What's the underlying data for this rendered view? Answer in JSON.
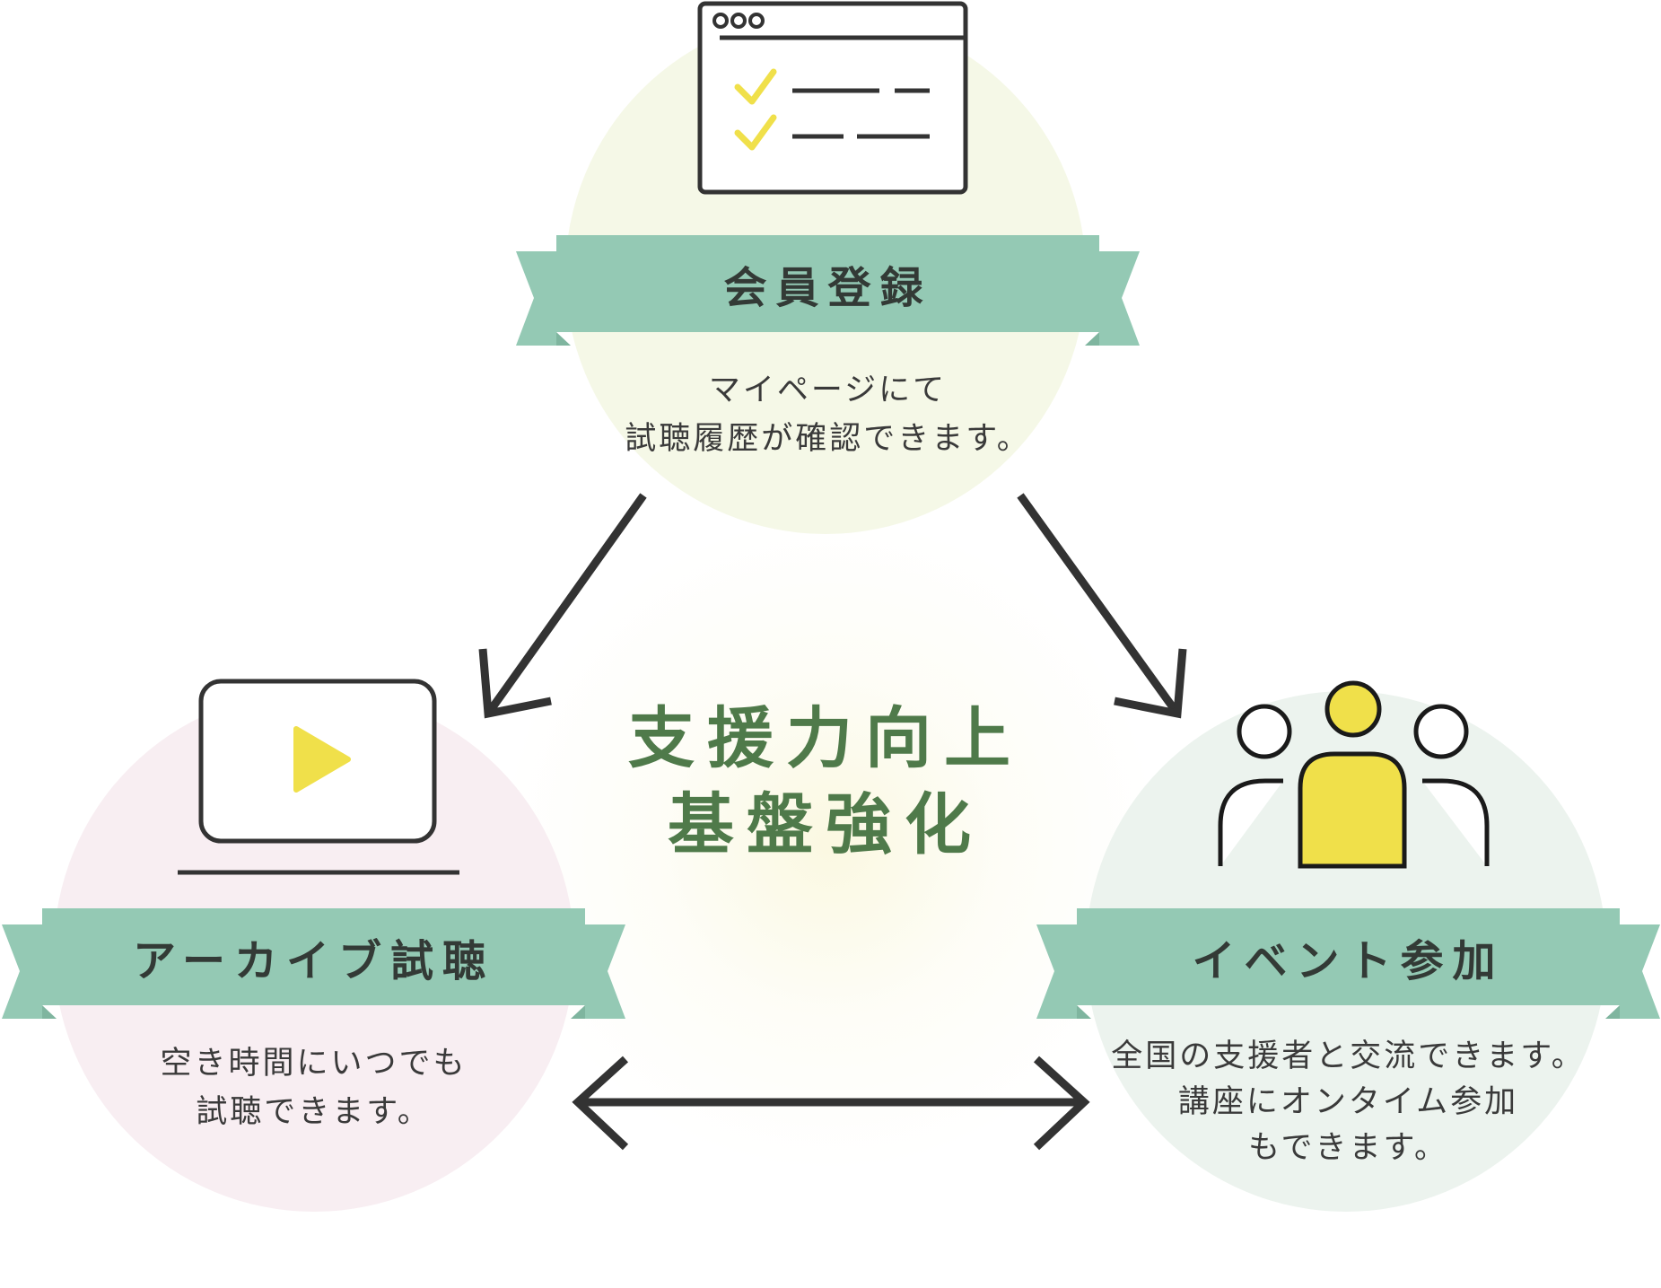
{
  "nodes": {
    "top": {
      "title": "会員登録",
      "desc": [
        "マイページにて",
        "試聴履歴が確認できます。"
      ]
    },
    "left": {
      "title": "アーカイブ試聴",
      "desc": [
        "空き時間にいつでも",
        "試聴できます。"
      ]
    },
    "right": {
      "title": "イベント参加",
      "desc": [
        "全国の支援者と交流できます。",
        "講座にオンタイム参加",
        "もできます。"
      ]
    }
  },
  "center": {
    "line1": "支援力向上",
    "line2": "基盤強化"
  },
  "icons": {
    "top": "browser-checklist-icon",
    "left": "laptop-play-icon",
    "right": "people-group-icon"
  },
  "colors": {
    "ribbon": "#94c9b4",
    "ribbon_dark": "#7fb59f",
    "accent_yellow": "#f0e04a",
    "center_text": "#4f7a4a",
    "arrow": "#333333",
    "circle_top": "#f5f8e7",
    "circle_left": "#f8eef2",
    "circle_right": "#ecf3ee"
  }
}
